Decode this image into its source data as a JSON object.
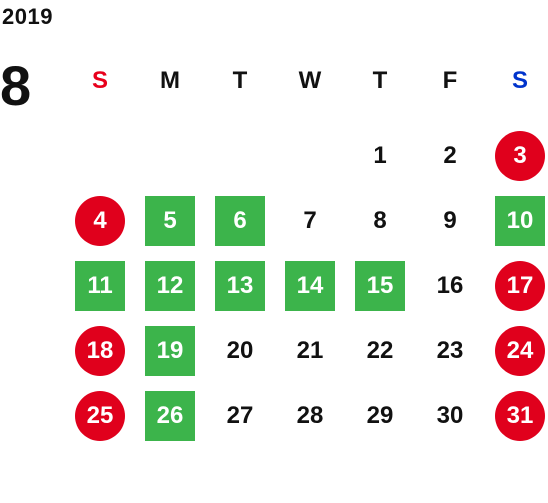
{
  "calendar": {
    "year": "2019",
    "month": "8",
    "weekdays": [
      "S",
      "M",
      "T",
      "W",
      "T",
      "F",
      "S"
    ],
    "colors": {
      "holiday_circle": "#e0001c",
      "business_green": "#3cb44b",
      "sunday_header": "#e8001c",
      "saturday_header": "#0033cc"
    },
    "weeks": [
      [
        {
          "day": "",
          "style": "blank"
        },
        {
          "day": "",
          "style": "blank"
        },
        {
          "day": "",
          "style": "blank"
        },
        {
          "day": "",
          "style": "blank"
        },
        {
          "day": "1",
          "style": "plain"
        },
        {
          "day": "2",
          "style": "plain"
        },
        {
          "day": "3",
          "style": "circle"
        }
      ],
      [
        {
          "day": "4",
          "style": "circle"
        },
        {
          "day": "5",
          "style": "square"
        },
        {
          "day": "6",
          "style": "square"
        },
        {
          "day": "7",
          "style": "plain"
        },
        {
          "day": "8",
          "style": "plain"
        },
        {
          "day": "9",
          "style": "plain"
        },
        {
          "day": "10",
          "style": "square"
        }
      ],
      [
        {
          "day": "11",
          "style": "square"
        },
        {
          "day": "12",
          "style": "square"
        },
        {
          "day": "13",
          "style": "square"
        },
        {
          "day": "14",
          "style": "square"
        },
        {
          "day": "15",
          "style": "square"
        },
        {
          "day": "16",
          "style": "plain"
        },
        {
          "day": "17",
          "style": "circle"
        }
      ],
      [
        {
          "day": "18",
          "style": "circle"
        },
        {
          "day": "19",
          "style": "square"
        },
        {
          "day": "20",
          "style": "plain"
        },
        {
          "day": "21",
          "style": "plain"
        },
        {
          "day": "22",
          "style": "plain"
        },
        {
          "day": "23",
          "style": "plain"
        },
        {
          "day": "24",
          "style": "circle"
        }
      ],
      [
        {
          "day": "25",
          "style": "circle"
        },
        {
          "day": "26",
          "style": "square"
        },
        {
          "day": "27",
          "style": "plain"
        },
        {
          "day": "28",
          "style": "plain"
        },
        {
          "day": "29",
          "style": "plain"
        },
        {
          "day": "30",
          "style": "plain"
        },
        {
          "day": "31",
          "style": "circle"
        }
      ]
    ]
  }
}
